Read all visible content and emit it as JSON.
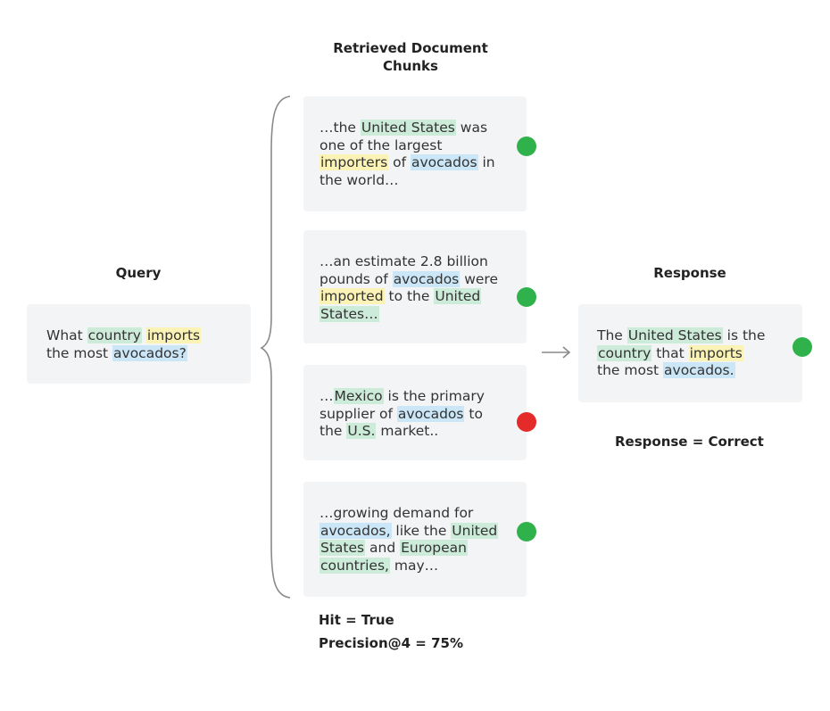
{
  "headings": {
    "retrieved": "Retrieved Document Chunks",
    "query": "Query",
    "response": "Response"
  },
  "query": {
    "lines": [
      [
        {
          "t": "What "
        },
        {
          "t": "country",
          "h": "green"
        },
        {
          "t": " "
        },
        {
          "t": "imports",
          "h": "yellow"
        }
      ],
      [
        {
          "t": "the most "
        },
        {
          "t": "avocados?",
          "h": "blue"
        }
      ]
    ]
  },
  "chunks": [
    {
      "relevant": true,
      "lines": [
        [
          {
            "t": "…the "
          },
          {
            "t": "United States",
            "h": "green"
          },
          {
            "t": " was"
          }
        ],
        [
          {
            "t": "one of the largest"
          }
        ],
        [
          {
            "t": "importers",
            "h": "yellow"
          },
          {
            "t": " of "
          },
          {
            "t": "avocados",
            "h": "blue"
          },
          {
            "t": " in"
          }
        ],
        [
          {
            "t": "the world…"
          }
        ]
      ]
    },
    {
      "relevant": true,
      "lines": [
        [
          {
            "t": "…an estimate 2.8 billion"
          }
        ],
        [
          {
            "t": "pounds of "
          },
          {
            "t": "avocados",
            "h": "blue"
          },
          {
            "t": " were"
          }
        ],
        [
          {
            "t": "imported",
            "h": "yellow"
          },
          {
            "t": " to the "
          },
          {
            "t": "United",
            "h": "green"
          }
        ],
        [
          {
            "t": "States…",
            "h": "green"
          }
        ]
      ]
    },
    {
      "relevant": false,
      "lines": [
        [
          {
            "t": "…"
          },
          {
            "t": "Mexico",
            "h": "green"
          },
          {
            "t": " is the primary"
          }
        ],
        [
          {
            "t": "supplier of "
          },
          {
            "t": "avocados",
            "h": "blue"
          },
          {
            "t": " to"
          }
        ],
        [
          {
            "t": "the "
          },
          {
            "t": "U.S.",
            "h": "green"
          },
          {
            "t": " market.."
          }
        ]
      ]
    },
    {
      "relevant": true,
      "lines": [
        [
          {
            "t": "…growing demand for"
          }
        ],
        [
          {
            "t": "avocados,",
            "h": "blue"
          },
          {
            "t": " like the "
          },
          {
            "t": "United",
            "h": "green"
          }
        ],
        [
          {
            "t": "States",
            "h": "green"
          },
          {
            "t": " and "
          },
          {
            "t": "European",
            "h": "green"
          }
        ],
        [
          {
            "t": "countries,",
            "h": "green"
          },
          {
            "t": " may…"
          }
        ]
      ]
    }
  ],
  "response": {
    "correct": true,
    "lines": [
      [
        {
          "t": "The "
        },
        {
          "t": "United States",
          "h": "green"
        },
        {
          "t": " is the"
        }
      ],
      [
        {
          "t": "country",
          "h": "green"
        },
        {
          "t": " that "
        },
        {
          "t": "imports",
          "h": "yellow"
        }
      ],
      [
        {
          "t": "the most "
        },
        {
          "t": "avocados.",
          "h": "blue"
        }
      ]
    ]
  },
  "metrics": {
    "hit": "Hit = True",
    "precision": "Precision@4 = 75%",
    "response_eval": "Response = Correct"
  },
  "colors": {
    "relevant": "#2fb24c",
    "irrelevant": "#e52a2a",
    "highlight_entity": "#cdebd9",
    "highlight_action": "#fbf3b5",
    "highlight_object": "#cbe6f7"
  }
}
